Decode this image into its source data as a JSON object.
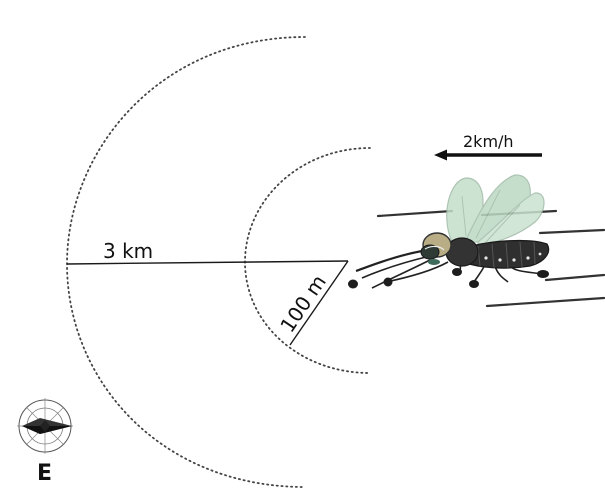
{
  "labels": {
    "outer_radius": "3 km",
    "inner_radius": "100 m",
    "speed": "2km/h",
    "compass_direction": "E"
  },
  "colors": {
    "ink": "#1a1a1a",
    "dotted": "#444444",
    "wing": "#bcd9c4",
    "wing_vein": "#9fb9a6",
    "body": "#2b2b2b",
    "head": "#b8ad85",
    "eye": "#1f4a3a",
    "compass": "#333333"
  },
  "icons": {
    "insect": "mosquito-illustration",
    "compass": "compass-rose-icon",
    "arrow": "arrow-left-icon"
  }
}
